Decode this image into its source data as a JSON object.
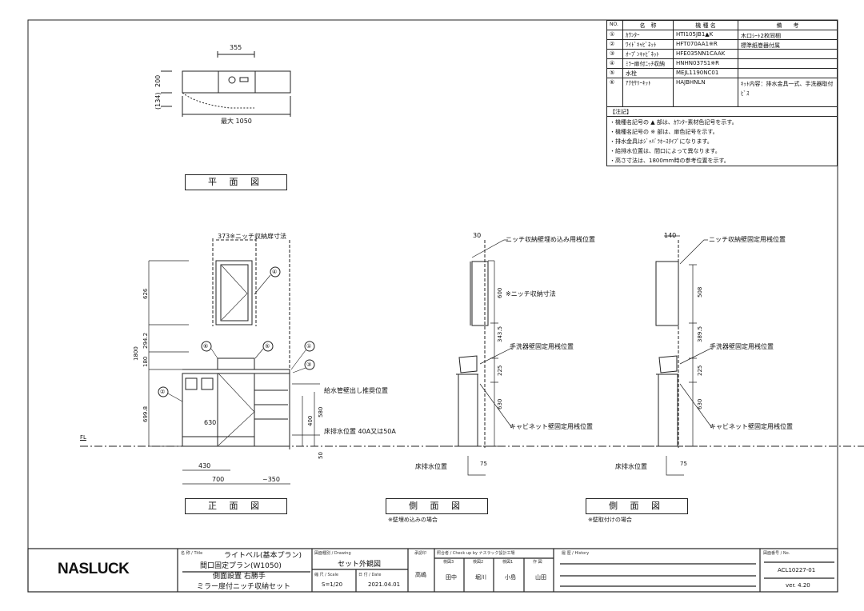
{
  "parts_table": {
    "headers": [
      "NO.",
      "名　称",
      "機 種 名",
      "備　　考"
    ],
    "rows": [
      {
        "no": "①",
        "name": "ｶｳﾝﾀｰ",
        "model": "HTI105JB1▲K",
        "note": "木口ｼｰﾄ2枚同梱"
      },
      {
        "no": "②",
        "name": "ﾜｲﾄﾞｷｬﾋﾞﾈｯﾄ",
        "model": "HFT070AA1※R",
        "note": "標準紙巻器付属"
      },
      {
        "no": "③",
        "name": "ｵｰﾌﾟﾝｷｬﾋﾞﾈｯﾄ",
        "model": "HFE035NN1CAAK",
        "note": ""
      },
      {
        "no": "④",
        "name": "ﾐﾗｰ扉付ﾆｯﾁ収納",
        "model": "HNHN037S1※R",
        "note": ""
      },
      {
        "no": "⑤",
        "name": "水栓",
        "model": "MEJL1190NC01",
        "note": ""
      },
      {
        "no": "⑥",
        "name": "ｱｸｾｻﾘｰｷｯﾄ",
        "model": "HAJBHNLN",
        "note": "ｷｯﾄ内容：排水金具一式、手洗器取付ﾋﾞｽ"
      }
    ],
    "notes_title": "【注記】",
    "notes": [
      "・機種名記号の ▲ 部は、ｶｳﾝﾀｰ素材色記号を示す。",
      "・機種名記号の ※ 部は、扉色記号を示す。",
      "・排水金具はｼﾞｬﾊﾞﾗﾎｰｽﾀｲﾌﾟになります。",
      "・給排水位置は、間口によって異なります。",
      "・高さ寸法は、1800mm時の参考位置を示す。"
    ]
  },
  "plan_view": {
    "label": "平 面 図",
    "dims": {
      "top": "355",
      "depth": "200",
      "projection": "(134)",
      "width": "最大 1050"
    }
  },
  "front_view": {
    "label": "正 面 図",
    "niche_width": "373※ニッチ収納扉寸法",
    "dims_v": [
      "626",
      "294.2",
      "180",
      "699.8",
      "1800"
    ],
    "dims_r": [
      "400",
      "580",
      "50"
    ],
    "dims_b": [
      "430",
      "700",
      "~350",
      "630"
    ],
    "fl": "FL",
    "callouts": [
      "①",
      "②",
      "③",
      "④",
      "⑤",
      "⑥"
    ],
    "notes": [
      "給水管壁出し推奨位置",
      "床排水位置 40A又は50A"
    ]
  },
  "side_view_recessed": {
    "label": "側 面 図",
    "caption": "※壁埋め込みの場合",
    "dims": [
      "30",
      "600",
      "343.5",
      "225",
      "630",
      "75"
    ],
    "notes": [
      "ニッチ収納壁埋め込み用桟位置",
      "※ニッチ収納寸法",
      "手洗器壁固定用桟位置",
      "キャビネット壁固定用桟位置",
      "床排水位置"
    ]
  },
  "side_view_surface": {
    "label": "側 面 図",
    "caption": "※壁取付けの場合",
    "dims": [
      "140",
      "508",
      "389.5",
      "225",
      "630",
      "75"
    ],
    "notes": [
      "ニッチ収納壁固定用桟位置",
      "手洗器壁固定用桟位置",
      "キャビネット壁固定用桟位置",
      "床排水位置"
    ]
  },
  "title_block": {
    "logo": "NASLUCK",
    "title_caption": "名 称 / Title",
    "title_lines": [
      "ライトベル(基本プラン)",
      "間口固定プラン(W1050)",
      "側面設置 右勝手",
      "ミラー扉付ニッチ収納セット"
    ],
    "drawing_caption": "図面種別 / Drawing",
    "drawing": "セット外観図",
    "scale_caption": "縮 尺 / Scale",
    "scale": "S=1/20",
    "date_caption": "日 付 / Date",
    "date": "2021.04.01",
    "approval_caption": "承認印",
    "approval": "高嶋",
    "check_caption": "照合者 / Check up by ナスラック設計工場",
    "check_cols": [
      "検図3",
      "検図2",
      "検図1",
      "作 図"
    ],
    "check_names": [
      "田中",
      "堀川",
      "小島",
      "山田"
    ],
    "history_caption": "履 歴 / History",
    "no_caption": "図面番号 / No.",
    "drawing_no": "ACL10227-01",
    "version": "ver. 4.20"
  }
}
